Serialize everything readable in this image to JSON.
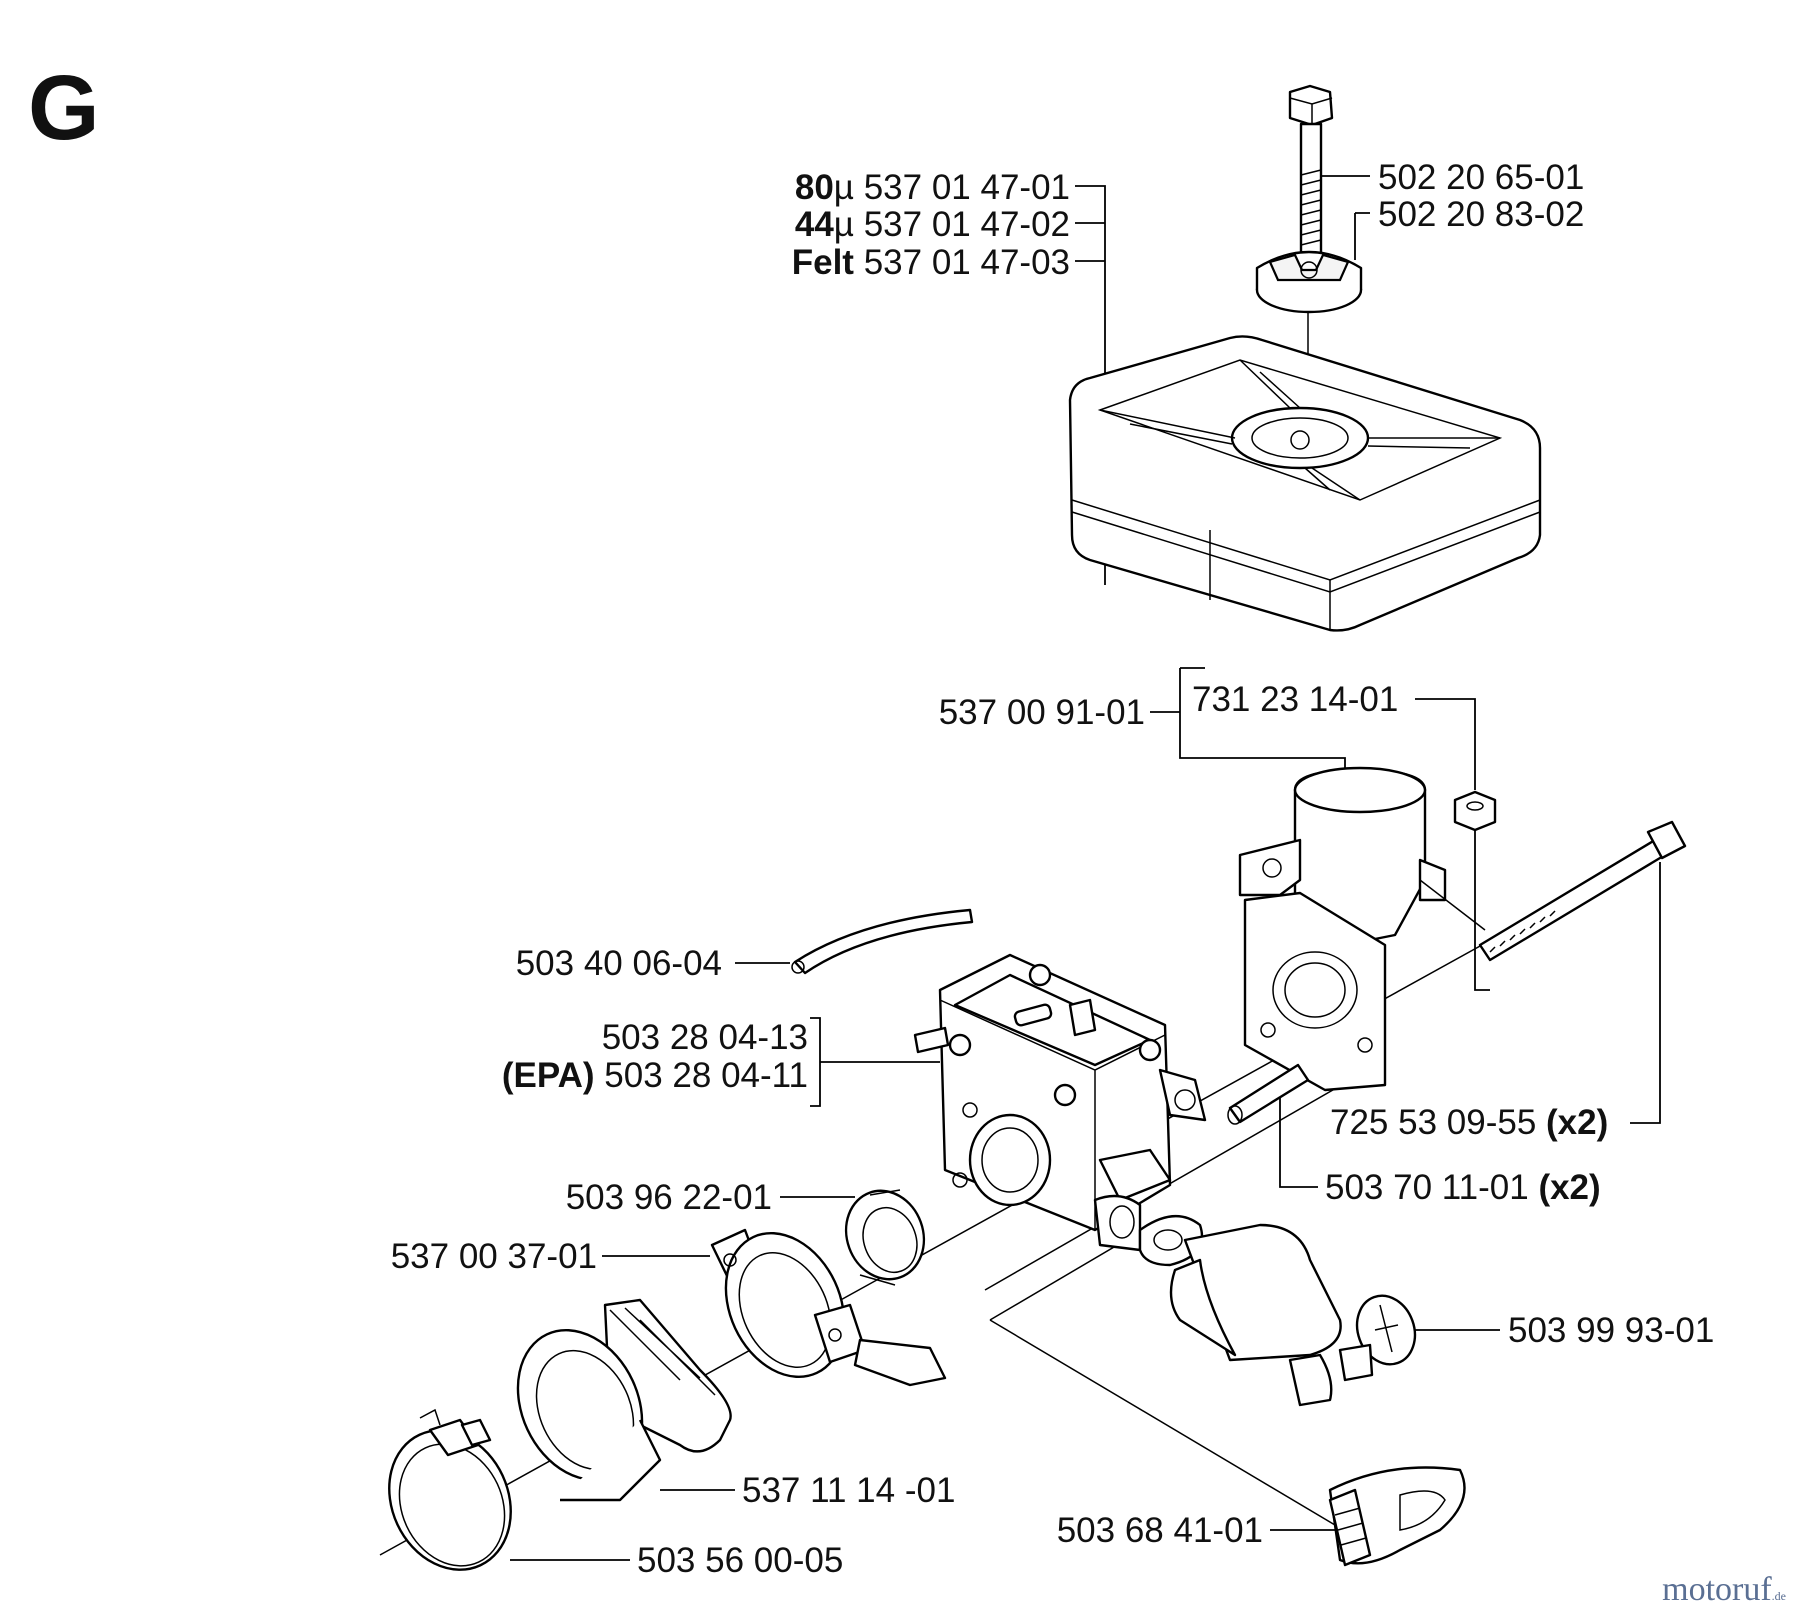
{
  "section_letter": "G",
  "labels": {
    "filter_80": {
      "prefix": "80",
      "unit": "µ",
      "number": "537 01 47-01"
    },
    "filter_44": {
      "prefix": "44",
      "unit": "µ",
      "number": "537 01 47-02"
    },
    "filter_felt": {
      "prefix": "Felt",
      "number": "537 01 47-03"
    },
    "screw_top": "502 20 65-01",
    "knob": "502 20 83-02",
    "adapter": "537 00 91-01",
    "nut": "731 23 14-01",
    "fuel_hose": "503 40 06-04",
    "carb_std": "503 28 04-13",
    "carb_epa": {
      "prefix": "(EPA)",
      "number": "503 28 04-11"
    },
    "bolt": {
      "number": "725 53 09-55",
      "qty": "(x2)"
    },
    "sleeve": {
      "number": "503 70 11-01",
      "qty": "(x2)"
    },
    "seal_ring": "503 96 22-01",
    "clamp_bracket": "537 00 37-01",
    "choke_lever": "503 99 93-01",
    "intake_boot": "537 11 14 -01",
    "hose_clamp": "503 56 00-05",
    "lever": "503 68 41-01"
  },
  "watermark": {
    "main": "motoruf",
    "suffix": ".de"
  }
}
